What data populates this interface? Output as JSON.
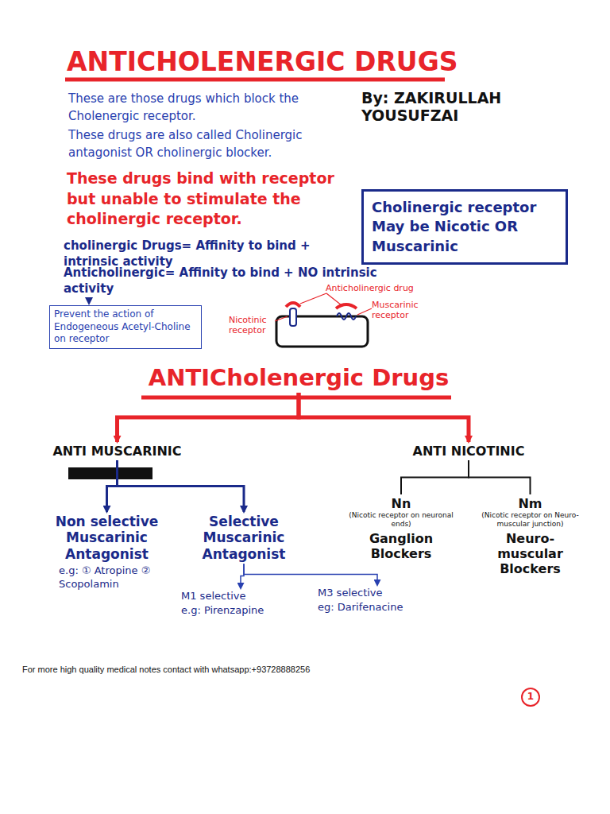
{
  "diagram": {
    "title": "ANTICHOLENERGIC DRUGS",
    "nodes": [
      {
        "text": [
          "Cholinergic receptor May be Nicotic OR Muscarinic"
        ]
      },
      {
        "text": [
          "Anticholinergic= Affinity to bind + NO intrinsic activity"
        ]
      },
      {
        "text": [
          "Prevent the action of Endogeneous Acetyl-Choline on receptor"
        ]
      },
      {
        "text": [
          "ANTICholenergic Drugs"
        ]
      },
      {
        "text": [
          "ANTI MUSCARINIC"
        ]
      },
      {
        "text": [
          "ANTI NICOTINIC"
        ]
      },
      {
        "text": [
          "Non selective Muscarinic Antagonist",
          "e.g: ① Atropine ② Scopolamin"
        ]
      },
      {
        "text": [
          "Selective Muscarinic Antagonist"
        ]
      },
      {
        "text": [
          "M1 selective",
          "e.g: Pirenzapine"
        ]
      },
      {
        "text": [
          "M3 selective",
          "eg: Darifenacine"
        ]
      },
      {
        "text": [
          "Nn",
          "(Nicotic receptor on neuronal ends)",
          "Ganglion Blockers"
        ]
      },
      {
        "text": [
          "Nm",
          "(Nicotic receptor on Neuro-muscular junction)",
          "Neuro-muscular Blockers"
        ]
      }
    ],
    "edges": [
      {
        "from": 1,
        "to": 2,
        "arrow": "to"
      },
      {
        "from": 3,
        "to": 4,
        "arrow": "to"
      },
      {
        "from": 3,
        "to": 5,
        "arrow": "to"
      },
      {
        "from": 4,
        "to": 6,
        "arrow": "to"
      },
      {
        "from": 4,
        "to": 7,
        "arrow": "to"
      },
      {
        "from": 7,
        "to": 8,
        "arrow": "to"
      },
      {
        "from": 7,
        "to": 9,
        "arrow": "to"
      },
      {
        "from": 5,
        "to": 10,
        "arrow": "none"
      },
      {
        "from": 5,
        "to": 11,
        "arrow": "none"
      }
    ],
    "labels": [
      "By: ZAKIRULLAH YOUSUFZAI",
      "These are those drugs which block the Cholenergic receptor.",
      "These drugs are also called Cholinergic antagonist OR cholinergic blocker.",
      "These drugs bind with receptor but unable to stimulate the cholinergic receptor.",
      "cholinergic Drugs= Affinity to bind + intrinsic activity",
      "Anticholinergic drug",
      "Nicotinic receptor",
      "Muscarinic receptor",
      "For more high quality medical notes contact with whatsapp:+93728888256",
      "1"
    ]
  }
}
